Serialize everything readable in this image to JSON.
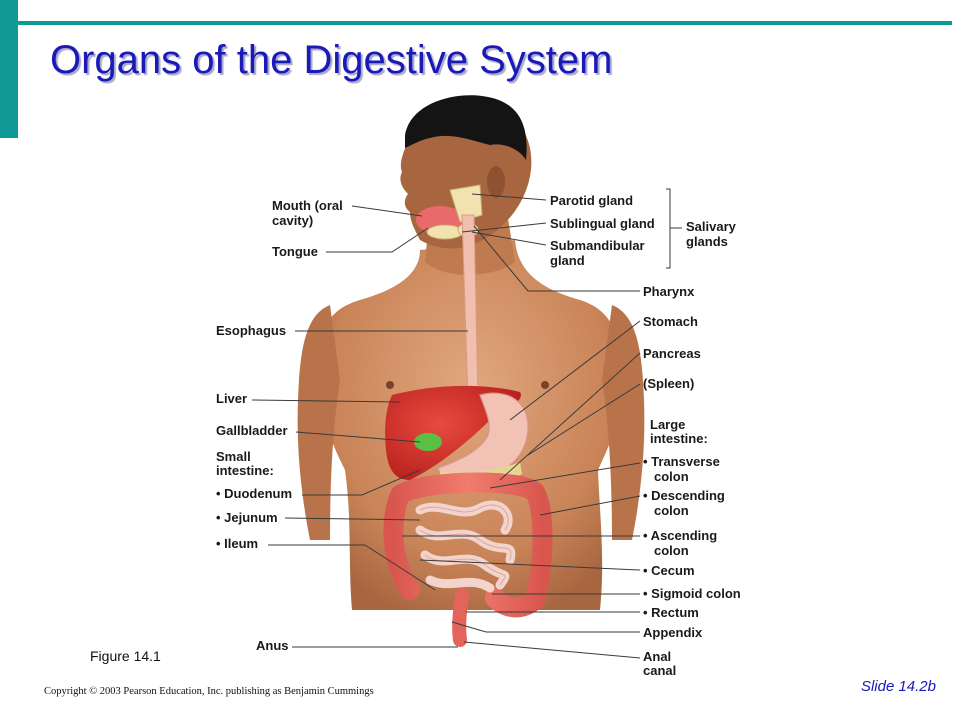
{
  "slide": {
    "title": "Organs of the Digestive System",
    "figure": "Figure 14.1",
    "copyright": "Copyright © 2003 Pearson Education, Inc. publishing as Benjamin Cummings",
    "slide_number": "Slide 14.2b",
    "accent_color": "#0f9a96",
    "title_color": "#1a1ab8"
  },
  "labels": {
    "left": {
      "mouth": [
        "Mouth (oral",
        "cavity)"
      ],
      "tongue": "Tongue",
      "esophagus": "Esophagus",
      "liver": "Liver",
      "gallbladder": "Gallbladder",
      "small_intestine": [
        "Small",
        "intestine:"
      ],
      "duodenum": "• Duodenum",
      "jejunum": "• Jejunum",
      "ileum": "• Ileum",
      "anus": "Anus"
    },
    "right": {
      "parotid": "Parotid gland",
      "sublingual": "Sublingual gland",
      "submandibular": [
        "Submandibular",
        "gland"
      ],
      "salivary": [
        "Salivary",
        "glands"
      ],
      "pharynx": "Pharynx",
      "stomach": "Stomach",
      "pancreas": "Pancreas",
      "spleen": "(Spleen)",
      "large_intestine": [
        "Large",
        "intestine:"
      ],
      "transverse": [
        "• Transverse",
        "colon"
      ],
      "descending": [
        "• Descending",
        "colon"
      ],
      "ascending": [
        "• Ascending",
        "colon"
      ],
      "cecum": "• Cecum",
      "sigmoid": "• Sigmoid colon",
      "rectum": "• Rectum",
      "appendix": "Appendix",
      "anal_canal": [
        "Anal",
        "canal"
      ]
    }
  }
}
